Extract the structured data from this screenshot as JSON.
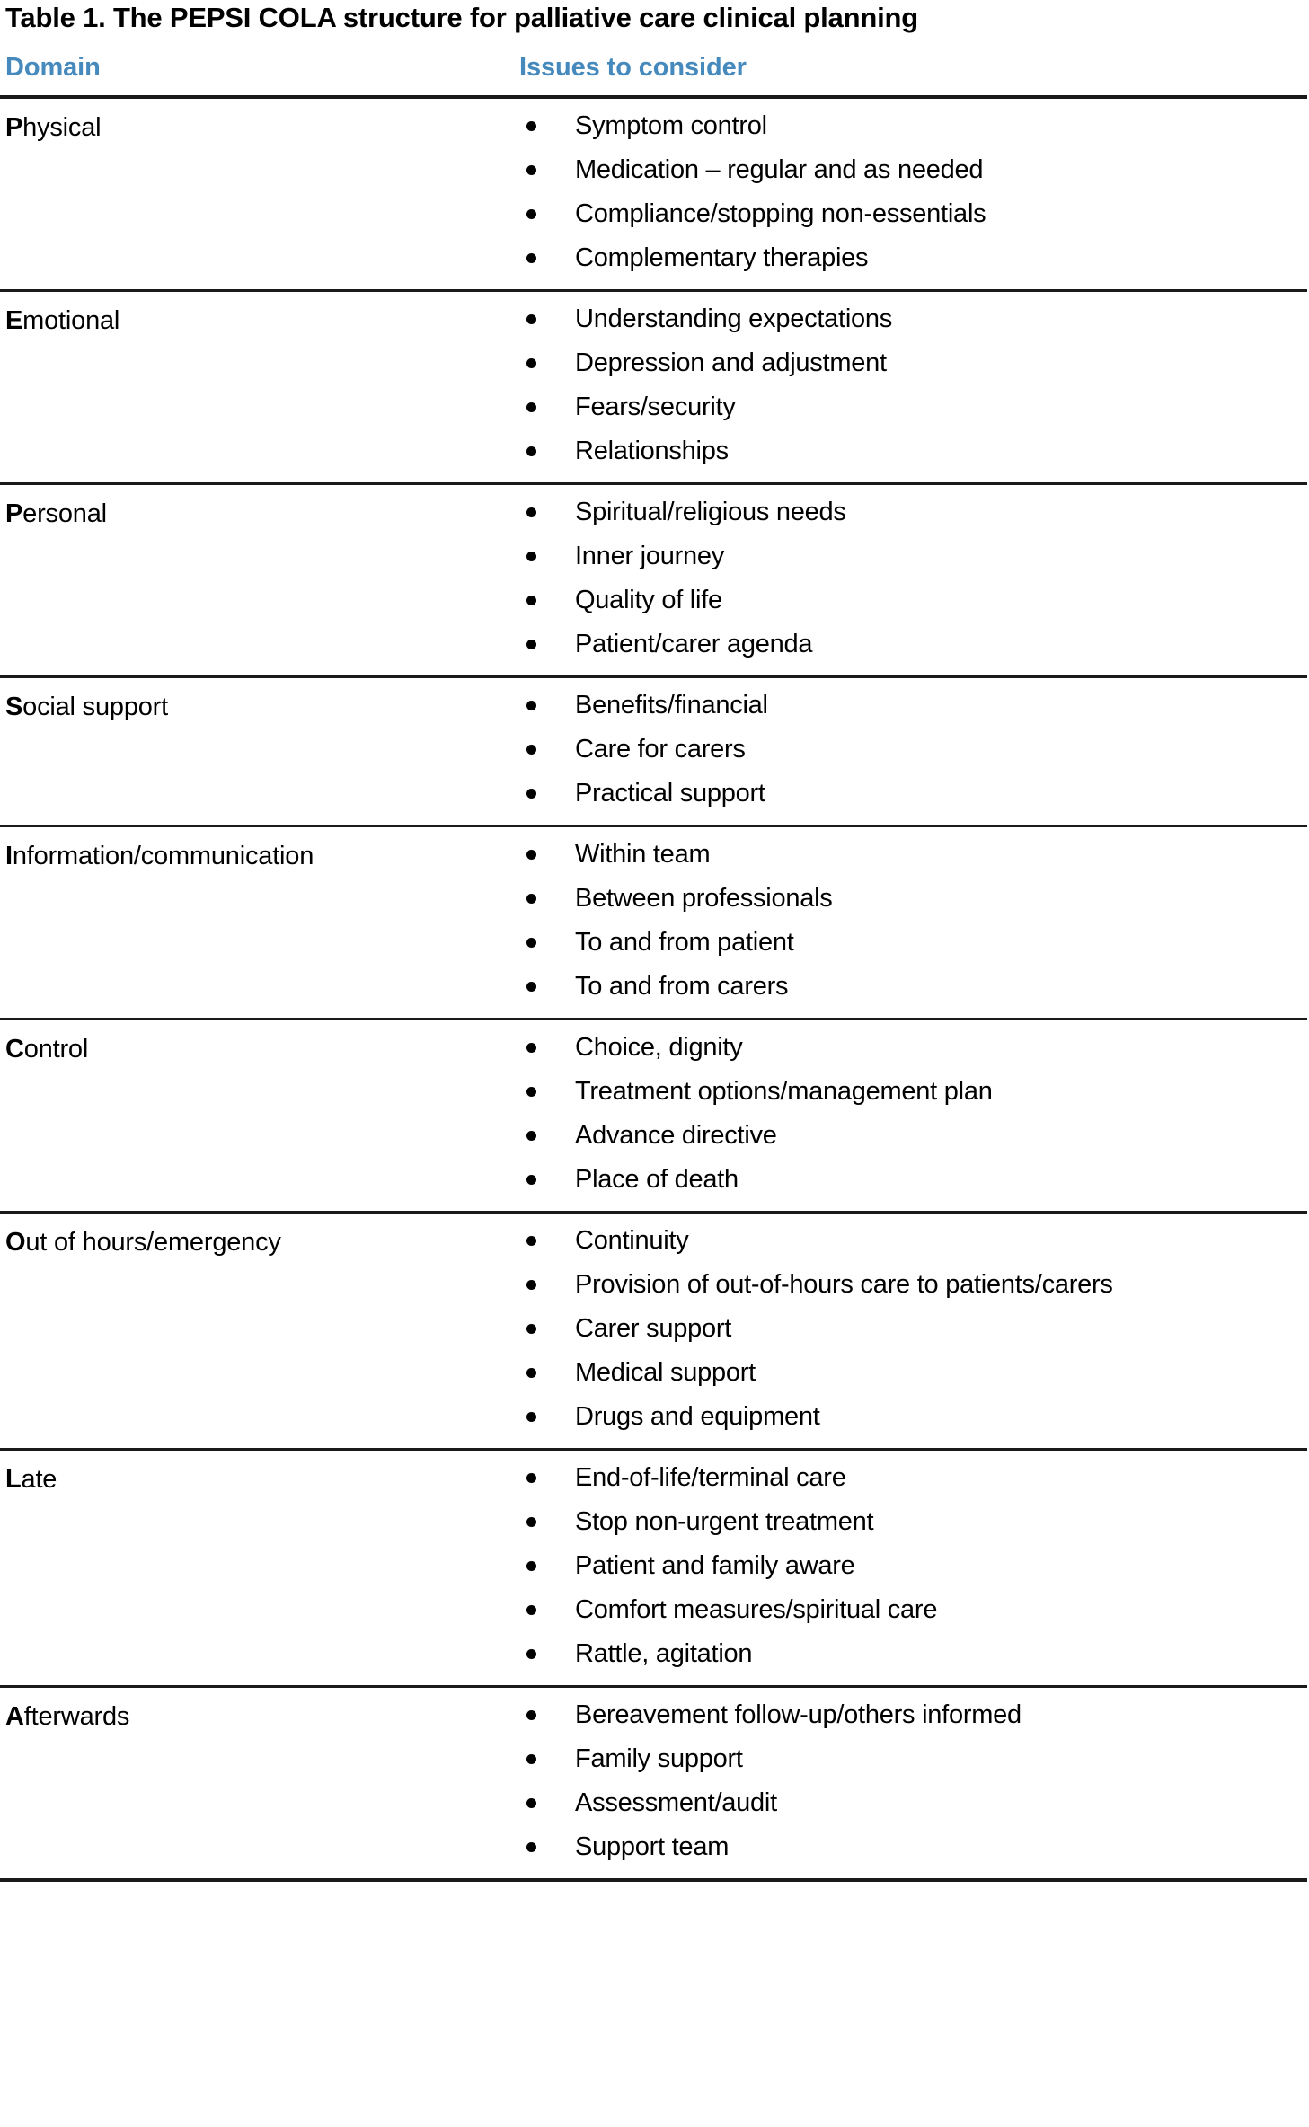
{
  "caption": "Table 1. The PEPSI COLA structure for palliative care clinical planning",
  "table": {
    "columns": {
      "domain": "Domain",
      "issues": "Issues to consider"
    },
    "header_color": "#4589bd",
    "rule_color": "#1a1a1a",
    "rows": [
      {
        "domain_initial": "P",
        "domain_rest": "hysical",
        "domain_full": "Physical",
        "issues": [
          "Symptom control",
          "Medication – regular and as needed",
          "Compliance/stopping non-essentials",
          "Complementary therapies"
        ]
      },
      {
        "domain_initial": "E",
        "domain_rest": "motional",
        "domain_full": "Emotional",
        "issues": [
          "Understanding expectations",
          "Depression and adjustment",
          "Fears/security",
          "Relationships"
        ]
      },
      {
        "domain_initial": "P",
        "domain_rest": "ersonal",
        "domain_full": "Personal",
        "issues": [
          "Spiritual/religious needs",
          "Inner journey",
          "Quality of life",
          "Patient/carer agenda"
        ]
      },
      {
        "domain_initial": "S",
        "domain_rest": "ocial support",
        "domain_full": "Social support",
        "issues": [
          "Benefits/financial",
          "Care for carers",
          "Practical support"
        ]
      },
      {
        "domain_initial": "I",
        "domain_rest": "nformation/communication",
        "domain_full": "Information/communication",
        "issues": [
          "Within team",
          "Between professionals",
          "To and from patient",
          "To and from carers"
        ]
      },
      {
        "domain_initial": "C",
        "domain_rest": "ontrol",
        "domain_full": "Control",
        "issues": [
          "Choice, dignity",
          "Treatment options/management plan",
          "Advance directive",
          "Place of death"
        ]
      },
      {
        "domain_initial": "O",
        "domain_rest": "ut of hours/emergency",
        "domain_full": "Out of hours/emergency",
        "issues": [
          "Continuity",
          "Provision of out-of-hours care to patients/carers",
          "Carer support",
          "Medical support",
          "Drugs and equipment"
        ]
      },
      {
        "domain_initial": "L",
        "domain_rest": "ate",
        "domain_full": "Late",
        "issues": [
          "End-of-life/terminal care",
          "Stop non-urgent treatment",
          "Patient and family aware",
          "Comfort measures/spiritual care",
          "Rattle, agitation"
        ]
      },
      {
        "domain_initial": "A",
        "domain_rest": "fterwards",
        "domain_full": "Afterwards",
        "issues": [
          "Bereavement follow-up/others informed",
          "Family support",
          "Assessment/audit",
          "Support team"
        ]
      }
    ]
  }
}
